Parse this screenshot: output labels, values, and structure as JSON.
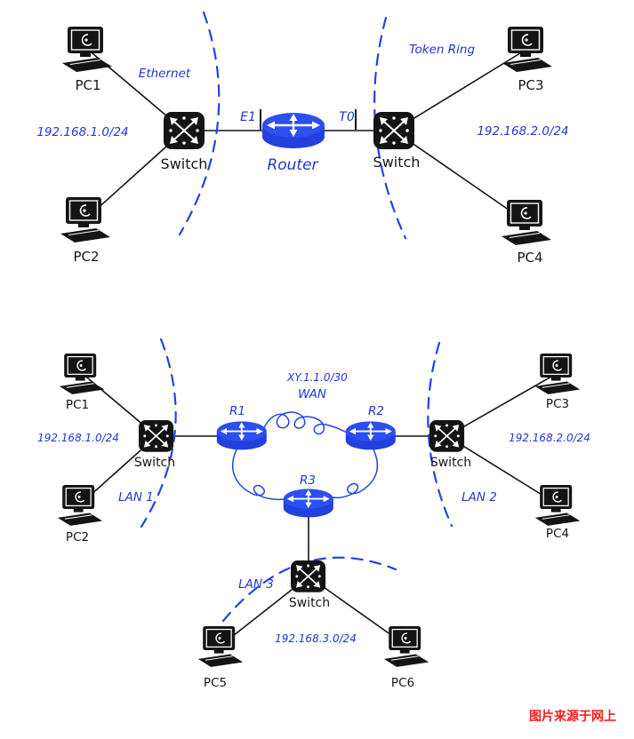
{
  "top_diagram": {
    "pc1": "PC1",
    "pc2": "PC2",
    "pc3": "PC3",
    "pc4": "PC4",
    "switch_left": "Switch",
    "switch_right": "Switch",
    "router": "Router",
    "ethernet_label": "Ethernet",
    "token_ring_label": "Token Ring",
    "interface_e1": "E1",
    "interface_t0": "T0",
    "subnet_left": "192.168.1.0/24",
    "subnet_right": "192.168.2.0/24"
  },
  "bottom_diagram": {
    "pc1": "PC1",
    "pc2": "PC2",
    "pc3": "PC3",
    "pc4": "PC4",
    "pc5": "PC5",
    "pc6": "PC6",
    "switch_left": "Switch",
    "switch_right": "Switch",
    "switch_bottom": "Switch",
    "r1": "R1",
    "r2": "R2",
    "r3": "R3",
    "wan_subnet": "XY.1.1.0/30",
    "wan_label": "WAN",
    "lan1_label": "LAN 1",
    "lan2_label": "LAN 2",
    "lan3_label": "LAN 3",
    "subnet_left": "192.168.1.0/24",
    "subnet_right": "192.168.2.0/24",
    "subnet_bottom": "192.168.3.0/24"
  },
  "footer": {
    "credit": "图片来源于网上"
  },
  "colors": {
    "diagram_blue": "#2343e6",
    "text_blue": "#2236d6",
    "device_black": "#141414",
    "credit_red": "#fe1b1b"
  }
}
